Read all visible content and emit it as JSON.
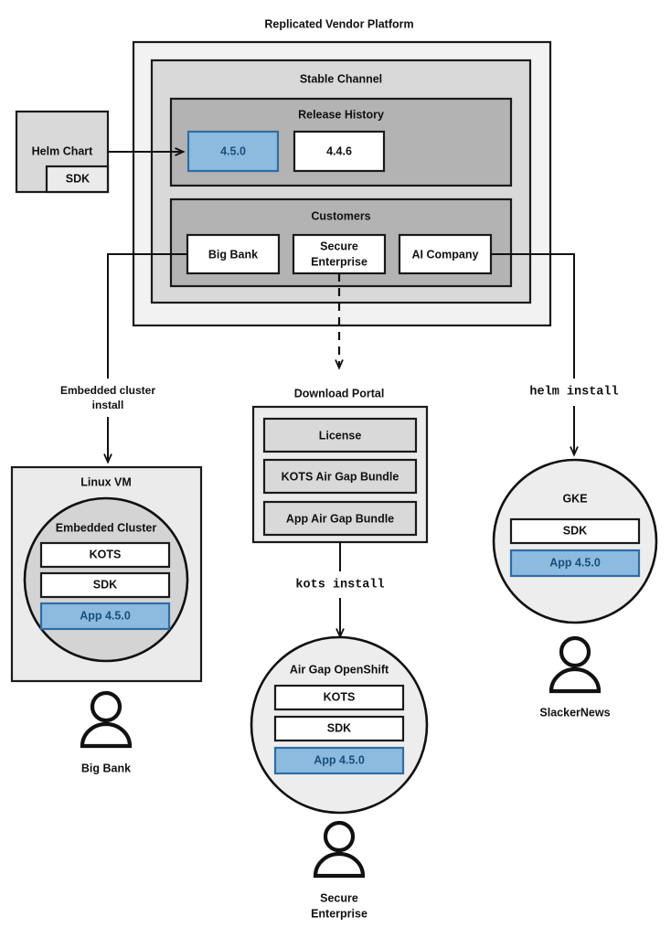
{
  "diagram": {
    "title": "Replicated Vendor Platform",
    "platform": {
      "channel_label": "Stable Channel",
      "release_history": {
        "label": "Release History",
        "releases": [
          {
            "version": "4.5.0",
            "highlighted": true
          },
          {
            "version": "4.4.6",
            "highlighted": false
          }
        ]
      },
      "customers": {
        "label": "Customers",
        "items": [
          {
            "name": "Big Bank"
          },
          {
            "name": "Secure Enterprise",
            "line1": "Secure",
            "line2": "Enterprise"
          },
          {
            "name": "AI Company"
          }
        ]
      }
    },
    "source": {
      "label": "Helm Chart",
      "sdk_label": "SDK"
    },
    "connectors": [
      {
        "id": "embedded-cluster-install",
        "line1": "Embedded cluster",
        "line2": "install",
        "style": "solid"
      },
      {
        "id": "kots-install",
        "label": "kots install",
        "style": "mono"
      },
      {
        "id": "helm-install",
        "label": "helm install",
        "style": "mono"
      }
    ],
    "download_portal": {
      "label": "Download Portal",
      "artifacts": [
        "License",
        "KOTS Air Gap Bundle",
        "App Air Gap Bundle"
      ]
    },
    "targets": [
      {
        "id": "linux-vm",
        "host_label": "Linux VM",
        "cluster_label": "Embedded Cluster",
        "components": [
          {
            "label": "KOTS",
            "highlighted": false
          },
          {
            "label": "SDK",
            "highlighted": false
          },
          {
            "label": "App 4.5.0",
            "highlighted": true
          }
        ],
        "customer": "Big Bank"
      },
      {
        "id": "air-gap-openshift",
        "host_label": "Air Gap OpenShift",
        "components": [
          {
            "label": "KOTS",
            "highlighted": false
          },
          {
            "label": "SDK",
            "highlighted": false
          },
          {
            "label": "App 4.5.0",
            "highlighted": true
          }
        ],
        "customer": "Secure Enterprise",
        "customer_line1": "Secure",
        "customer_line2": "Enterprise"
      },
      {
        "id": "gke",
        "host_label": "GKE",
        "components": [
          {
            "label": "SDK",
            "highlighted": false
          },
          {
            "label": "App 4.5.0",
            "highlighted": true
          }
        ],
        "customer": "SlackerNews"
      }
    ],
    "colors": {
      "highlight_fill": "#8dbbe0",
      "highlight_stroke": "#2e6da4",
      "highlight_text": "#1a4f7a",
      "outer_fill": "#f2f2f2",
      "channel_fill": "#d9d9d9",
      "group_fill": "#b3b3b3",
      "stroke": "#1a1a1a"
    }
  }
}
